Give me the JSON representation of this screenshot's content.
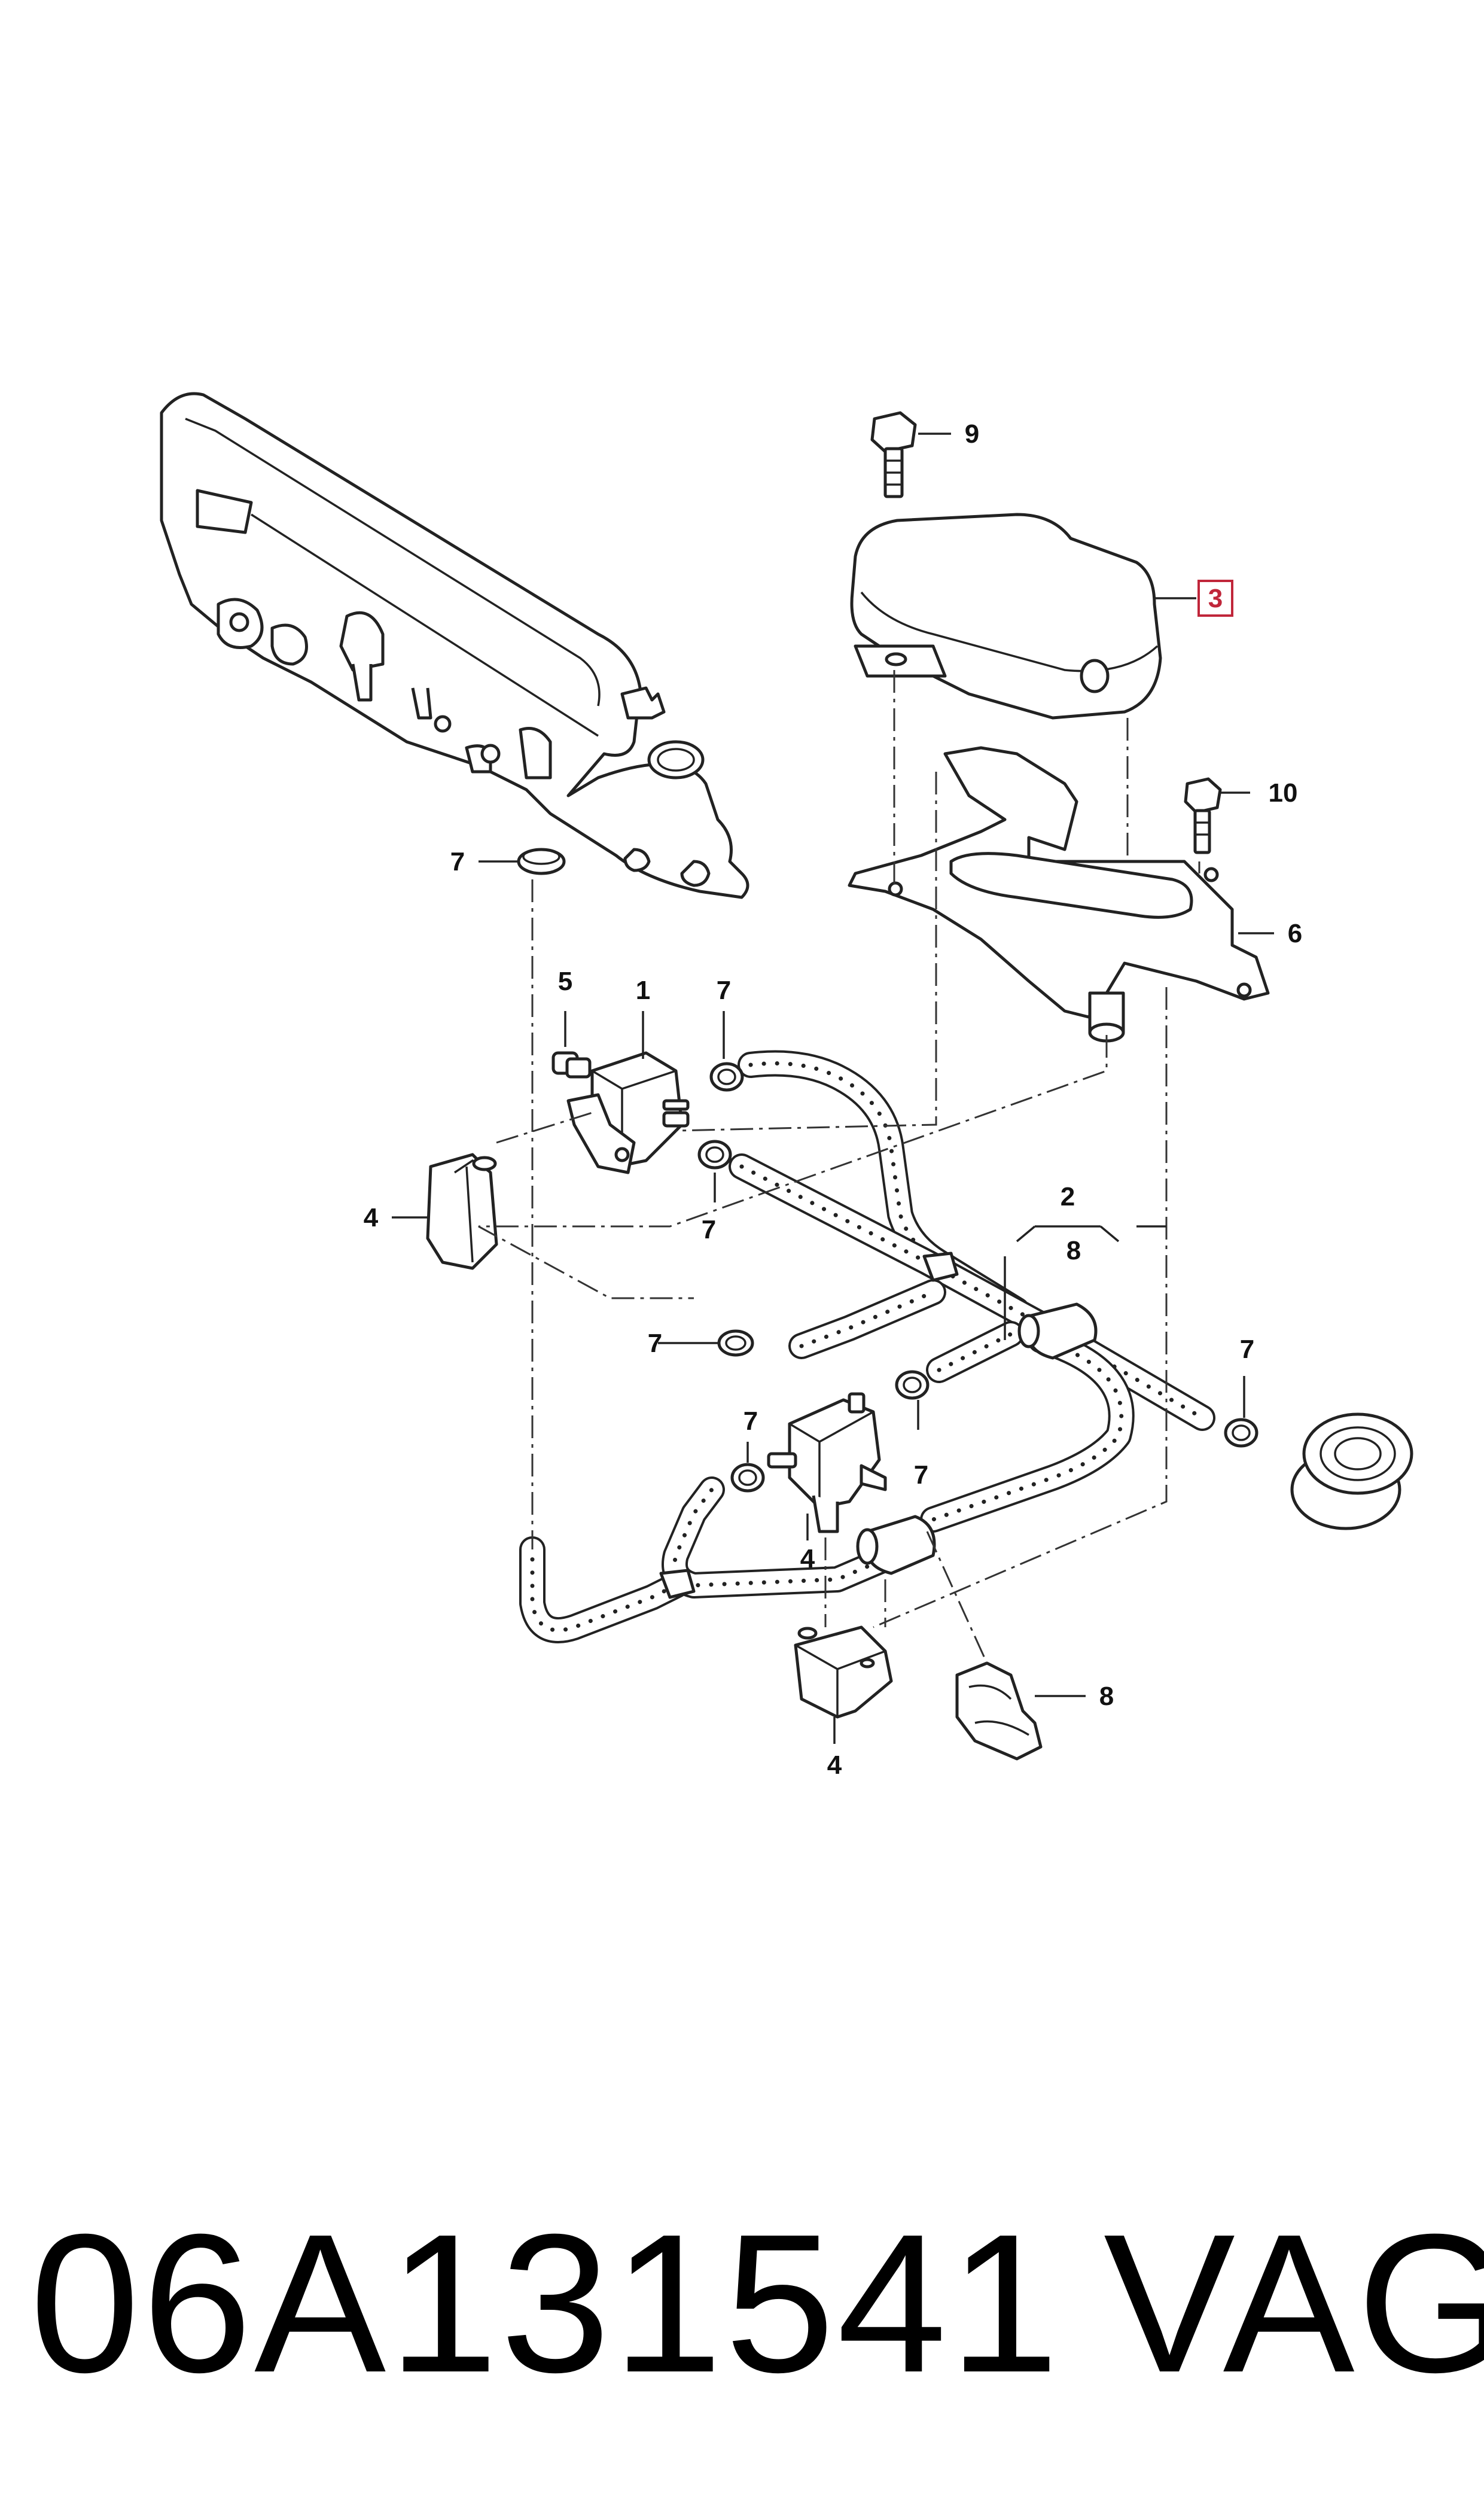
{
  "callouts": {
    "c1": "1",
    "c2": "2",
    "c3": "3",
    "c4a": "4",
    "c4b": "4",
    "c4c": "4",
    "c5": "5",
    "c6": "6",
    "c7a": "7",
    "c7b": "7",
    "c7c": "7",
    "c7d": "7",
    "c7e": "7",
    "c7f": "7",
    "c7g": "7",
    "c8a": "8",
    "c8b": "8",
    "c9": "9",
    "c10": "10"
  },
  "highlight_color": "#c0263a",
  "footer": {
    "part_number": "06A131541",
    "brand": "VAG"
  }
}
